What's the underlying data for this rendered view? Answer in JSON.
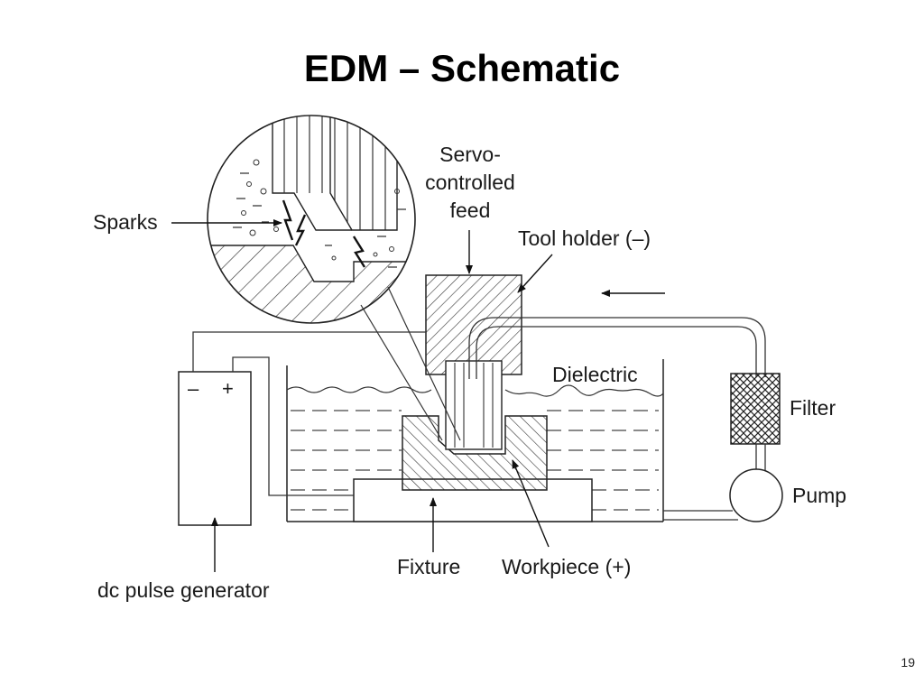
{
  "slide": {
    "title": "EDM – Schematic",
    "page_number": "19"
  },
  "labels": {
    "sparks": "Sparks",
    "servo_line1": "Servo-",
    "servo_line2": "controlled",
    "servo_line3": "feed",
    "tool_holder": "Tool holder (–)",
    "dielectric": "Dielectric",
    "filter": "Filter",
    "pump": "Pump",
    "fixture": "Fixture",
    "workpiece": "Workpiece (+)",
    "dc_pulse_generator": "dc pulse generator",
    "minus_terminal": "–",
    "plus_terminal": "+"
  }
}
